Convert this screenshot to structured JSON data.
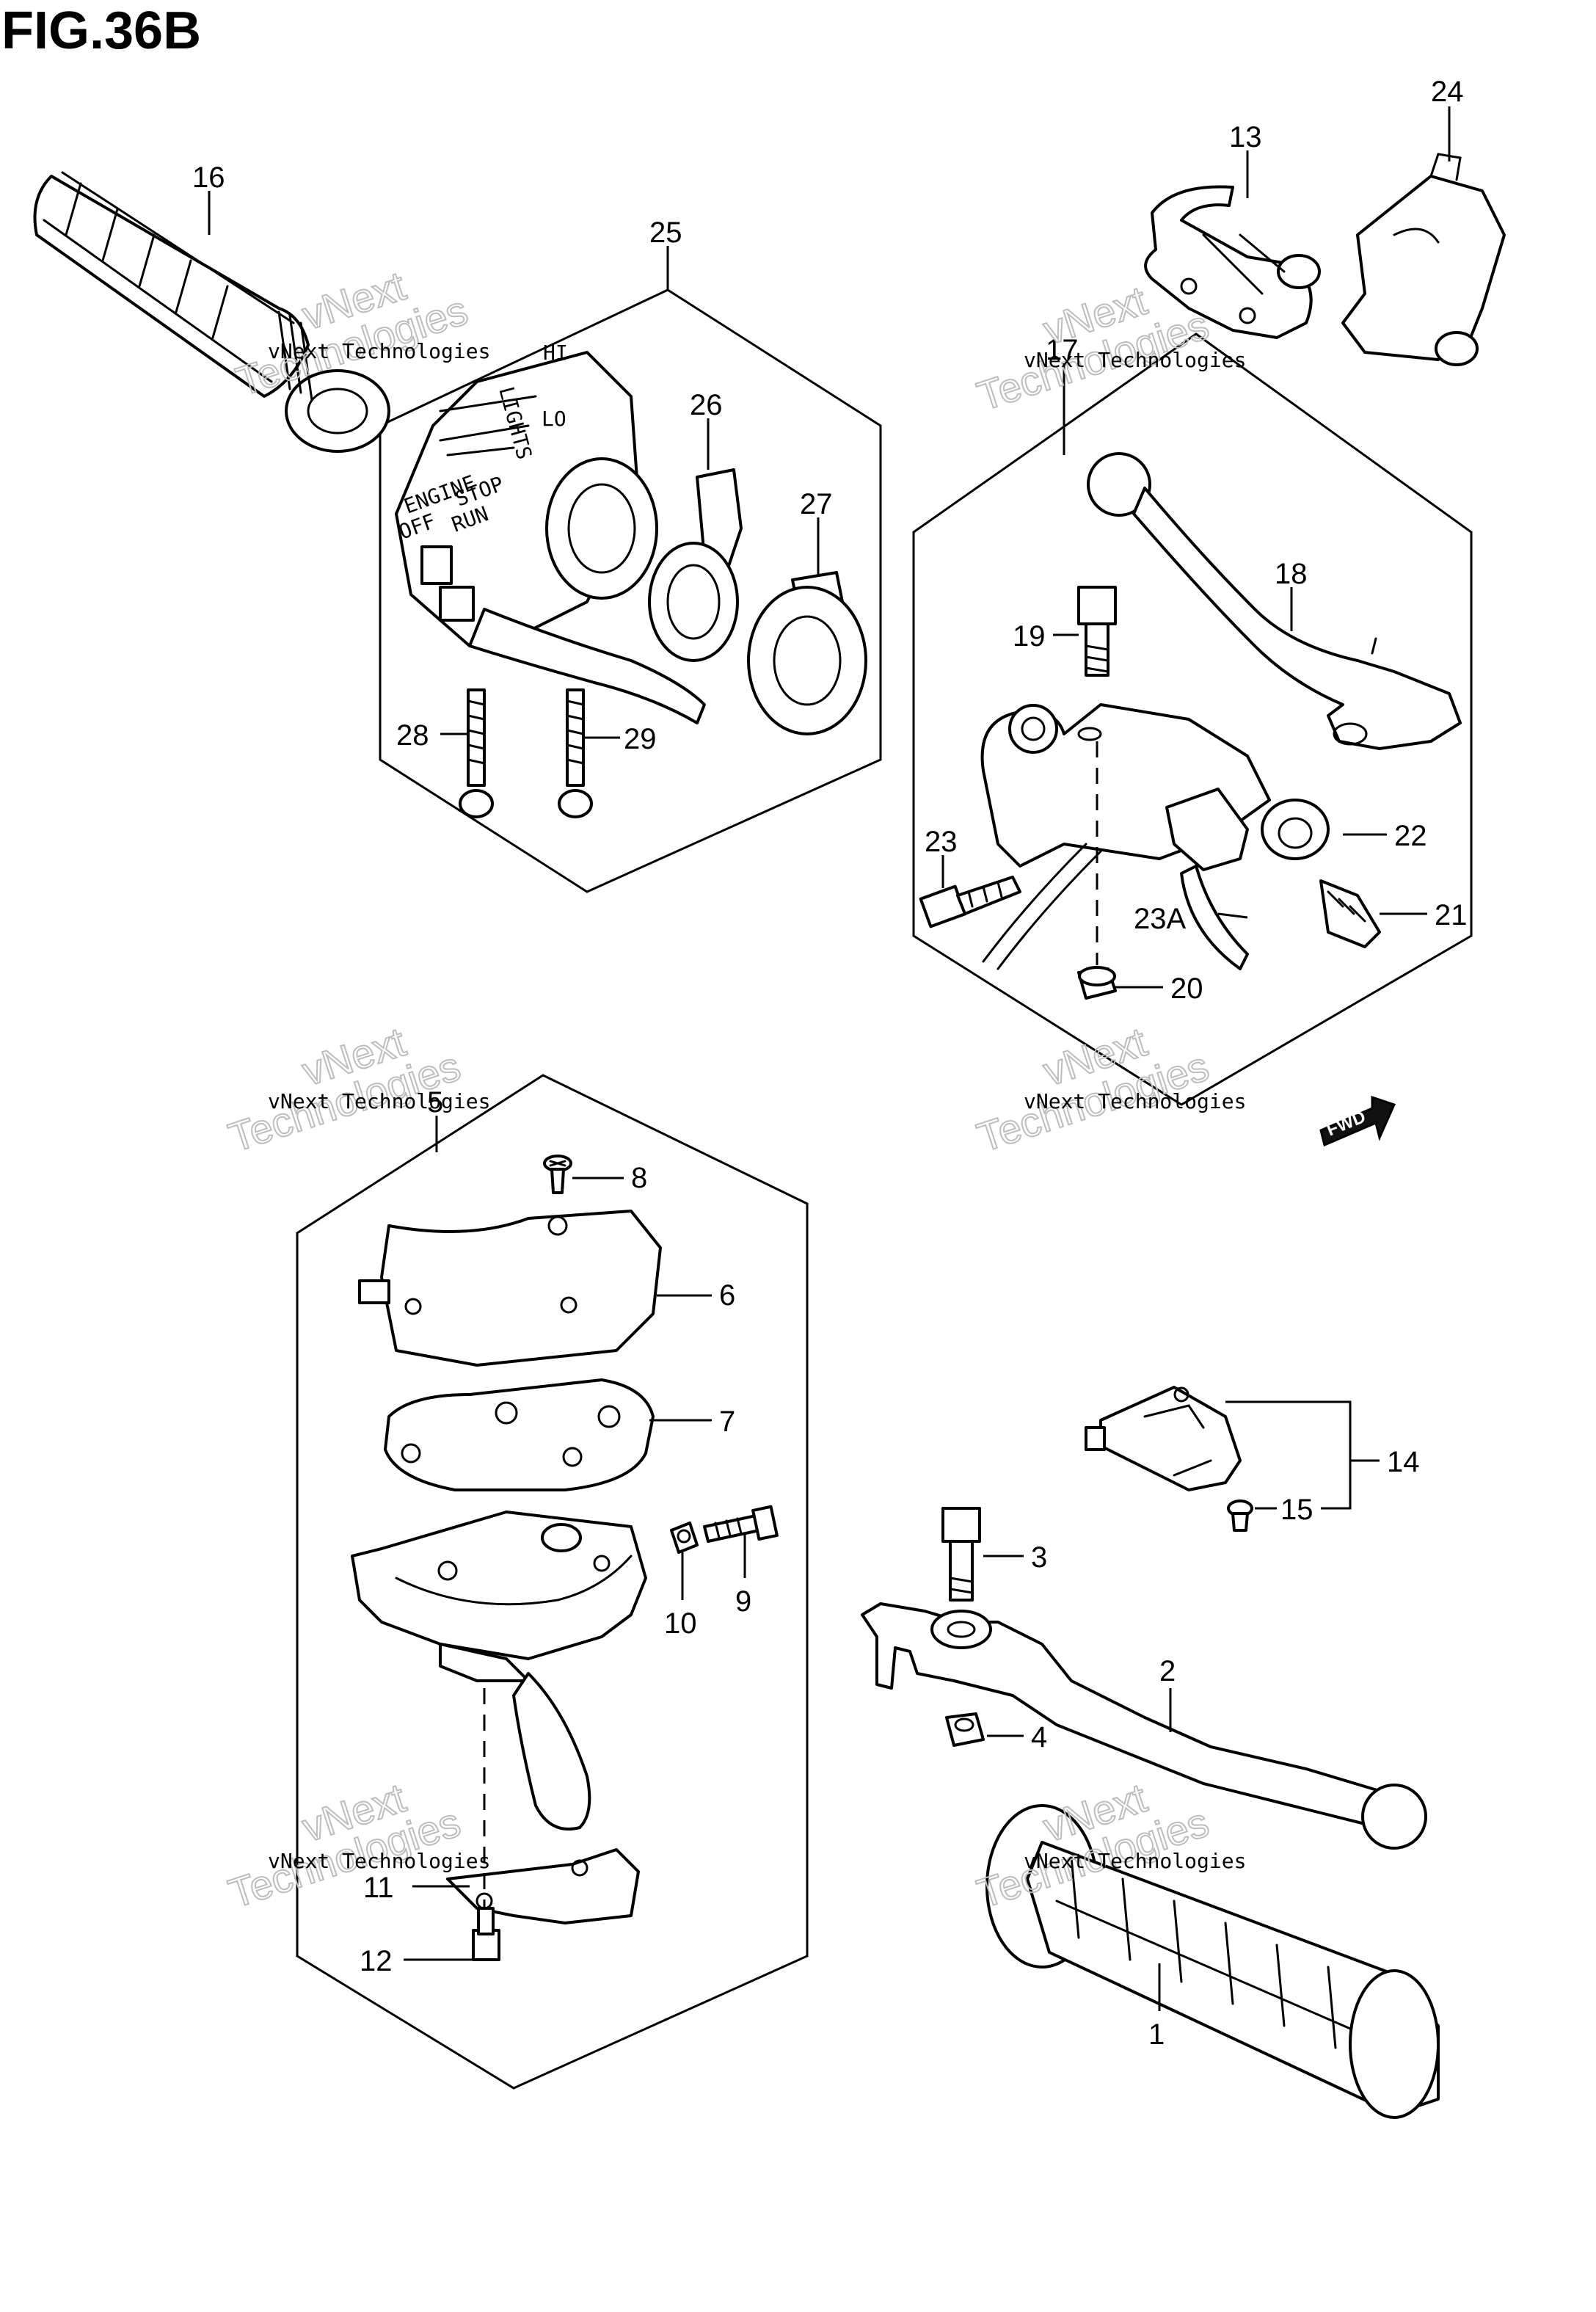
{
  "figure": {
    "title": "FIG.36B"
  },
  "watermark": {
    "company": "vNext Technologies",
    "big_line1": "vNext",
    "big_line2": "Technologies"
  },
  "fwd_label": "FWD",
  "callouts": {
    "c1": "1",
    "c2": "2",
    "c3": "3",
    "c4": "4",
    "c5": "5",
    "c6": "6",
    "c7": "7",
    "c8": "8",
    "c9": "9",
    "c10": "10",
    "c11": "11",
    "c12": "12",
    "c13": "13",
    "c14": "14",
    "c15": "15",
    "c16": "16",
    "c17": "17",
    "c18": "18",
    "c19": "19",
    "c20": "20",
    "c21": "21",
    "c22": "22",
    "c23": "23",
    "c23a": "23A",
    "c24": "24",
    "c25": "25",
    "c26": "26",
    "c27": "27",
    "c28": "28",
    "c29": "29"
  },
  "switch_labels": {
    "engine": "ENGINE",
    "stop": "STOP",
    "off": "OFF",
    "run": "RUN",
    "lights": "LIGHTS",
    "hi": "HI",
    "lo": "LO"
  }
}
